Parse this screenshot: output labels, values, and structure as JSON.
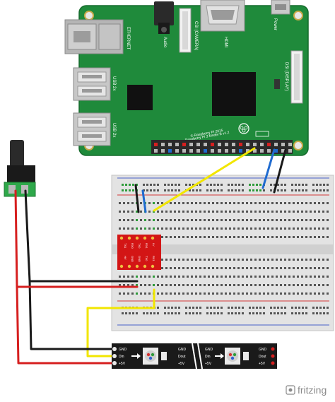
{
  "pi": {
    "ethernet_label": "ETHERNET",
    "usb_label_1": "USB 2x",
    "usb_label_2": "USB 2x",
    "audio_label": "Audio",
    "csi_label": "CSI (CAMERA)",
    "hdmi_label": "HDMI",
    "power_label": "Power",
    "dsi_label": "DSI (DISPLAY)",
    "copyright_line": "© Raspberry Pi 2015",
    "model_line": "Raspberry Pi 3 Model B v1.2"
  },
  "level_shifter": {
    "labels": [
      "TX1",
      "RX0",
      "TX0",
      "RX1",
      "LV",
      "HV",
      "GND",
      "GND",
      "TX0",
      "RX1",
      "TX1",
      "RX0"
    ]
  },
  "strip": {
    "left_labels": [
      "GND",
      "Din",
      "+5V"
    ],
    "right_labels": [
      "GND",
      "Dout",
      "+5V"
    ],
    "left_labels_2": [
      "GND",
      "Din",
      "+5V"
    ],
    "right_labels_2": [
      "GND",
      "Dout",
      "+5V"
    ]
  },
  "watermark": "fritzing",
  "colors": {
    "pi_board": "#1f8a3b",
    "breadboard": "#e3e3e3",
    "wire_yellow": "#f2e600",
    "wire_blue": "#1f6bd0",
    "wire_black": "#1a1a1a",
    "wire_red": "#d61f1f",
    "shifter": "#d31515",
    "strip": "#1a1a1a",
    "jack_terminal": "#2ea84a"
  }
}
